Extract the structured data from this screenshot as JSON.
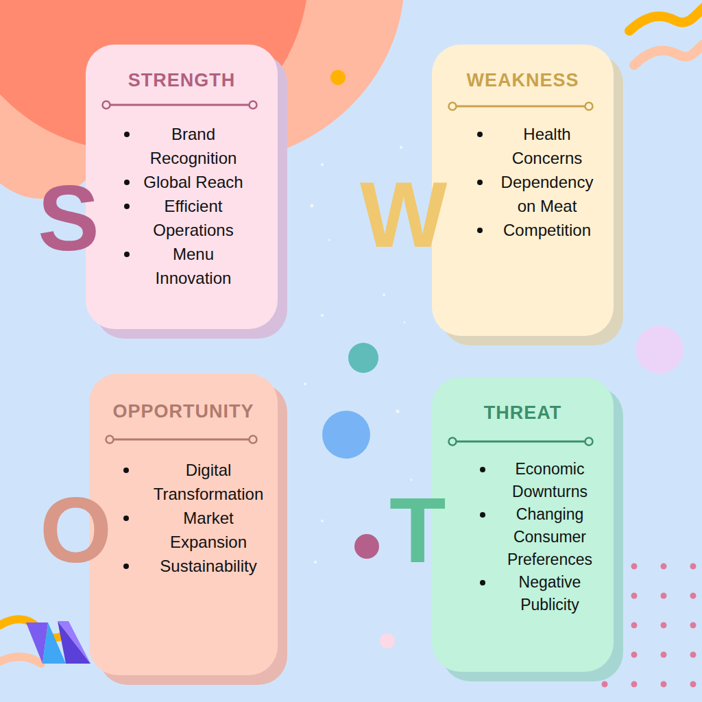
{
  "diagram": {
    "nodes": [
      {
        "text": [
          "STRENGTH",
          "Brand Recognition",
          "Global Reach",
          "Efficient Operations",
          "Menu Innovation"
        ]
      },
      {
        "text": [
          "WEAKNESS",
          "Health Concerns",
          "Dependency on Meat",
          "Competition"
        ]
      },
      {
        "text": [
          "OPPORTUNITY",
          "Digital Transformation",
          "Market Expansion",
          "Sustainability"
        ]
      },
      {
        "text": [
          "THREAT",
          "Economic Downturns",
          "Changing Consumer Preferences",
          "Negative Publicity"
        ]
      }
    ],
    "labels": [
      "S",
      "W",
      "O",
      "T"
    ]
  }
}
